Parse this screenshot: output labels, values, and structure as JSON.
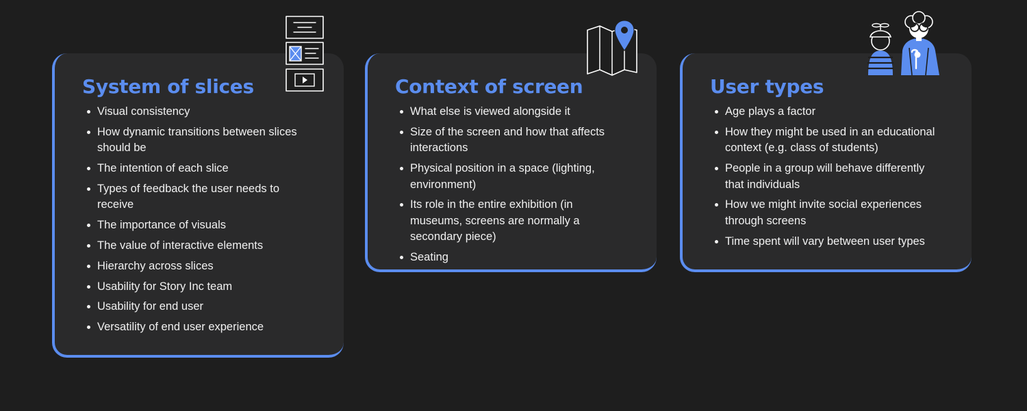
{
  "cards": [
    {
      "title": "System of slices",
      "icon": "slices-illustration",
      "items": [
        "Visual consistency",
        "How dynamic transitions between slices should be",
        "The intention of each slice",
        "Types of feedback the user needs to receive",
        "The importance of visuals",
        "The value of interactive elements",
        "Hierarchy across slices",
        "Usability for Story Inc team",
        "Usability for end user",
        "Versatility of end user experience"
      ]
    },
    {
      "title": "Context of screen",
      "icon": "map-pin-illustration",
      "items": [
        "What else is viewed alongside it",
        "Size of the screen and how that affects interactions",
        "Physical position in a space (lighting, environment)",
        "Its role in the entire exhibition (in museums, screens are normally a secondary piece)",
        "Seating"
      ]
    },
    {
      "title": "User types",
      "icon": "child-and-elder-illustration",
      "items": [
        "Age plays a factor",
        "How they might be used in an educational context (e.g. class of students)",
        "People in a group will behave differently that individuals",
        "How we might invite social experiences through screens",
        "Time spent will vary between user types"
      ]
    }
  ],
  "colors": {
    "background": "#1e1e1e",
    "card": "#2a2a2b",
    "accent": "#5b8def",
    "text": "#f1f1f1"
  }
}
